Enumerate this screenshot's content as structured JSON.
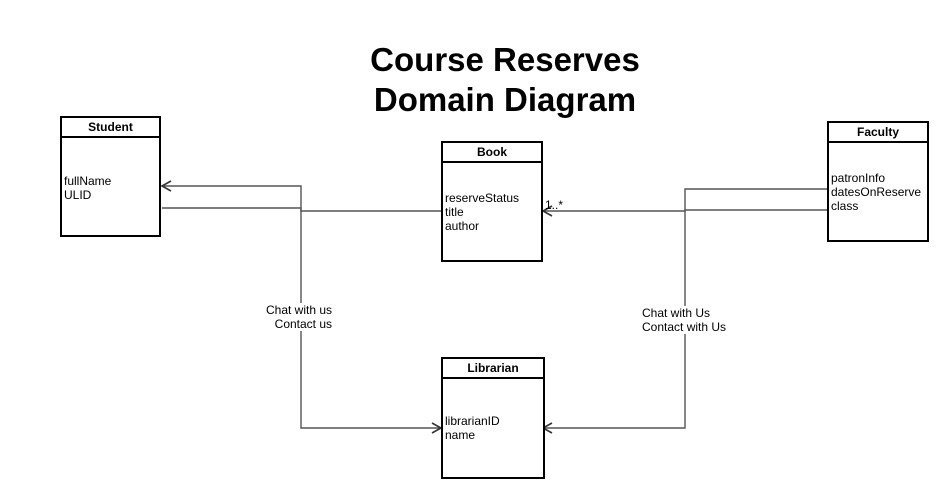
{
  "title": {
    "line1": "Course Reserves",
    "line2": "Domain Diagram"
  },
  "classes": {
    "student": {
      "name": "Student",
      "attributes": [
        "fullName",
        "ULID"
      ]
    },
    "book": {
      "name": "Book",
      "attributes": [
        "reserveStatus",
        "title",
        "author"
      ]
    },
    "faculty": {
      "name": "Faculty",
      "attributes": [
        "patronInfo",
        "datesOnReserve",
        "class"
      ]
    },
    "librarian": {
      "name": "Librarian",
      "attributes": [
        "librarianID",
        "name"
      ]
    }
  },
  "edges": {
    "student_librarian": {
      "line1": "Chat with us",
      "line2": "Contact us"
    },
    "faculty_librarian": {
      "line1": "Chat with Us",
      "line2": "Contact with Us"
    },
    "book_multiplicity": "1..*"
  },
  "colors": {
    "line": "#555555",
    "border": "#000000"
  }
}
